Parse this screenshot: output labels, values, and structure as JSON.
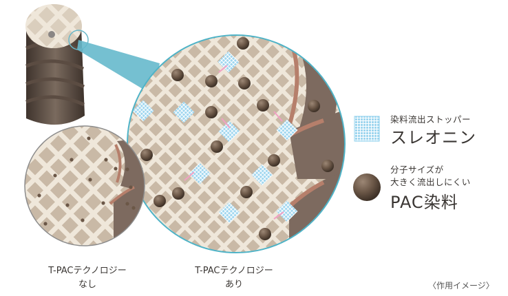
{
  "legend": {
    "stopper_small": "染料流出ストッパー",
    "stopper_big": "スレオニン",
    "pac_small_1": "分子サイズが",
    "pac_small_2": "大きく流出しにくい",
    "pac_big": "PAC染料",
    "stopper_color": "#8fd0ec",
    "pac_color": "#6b5747"
  },
  "captions": {
    "without_line1": "T-PACテクノロジー",
    "without_line2": "なし",
    "with_line1": "T-PACテクノロジー",
    "with_line2": "あり"
  },
  "note": "〈作用イメージ〉",
  "icons": {
    "hair_strand": "hair-strand-icon",
    "magnifier": "magnified-circle-icon",
    "stopper": "grid-stopper-icon",
    "dye": "dye-molecule-icon"
  }
}
